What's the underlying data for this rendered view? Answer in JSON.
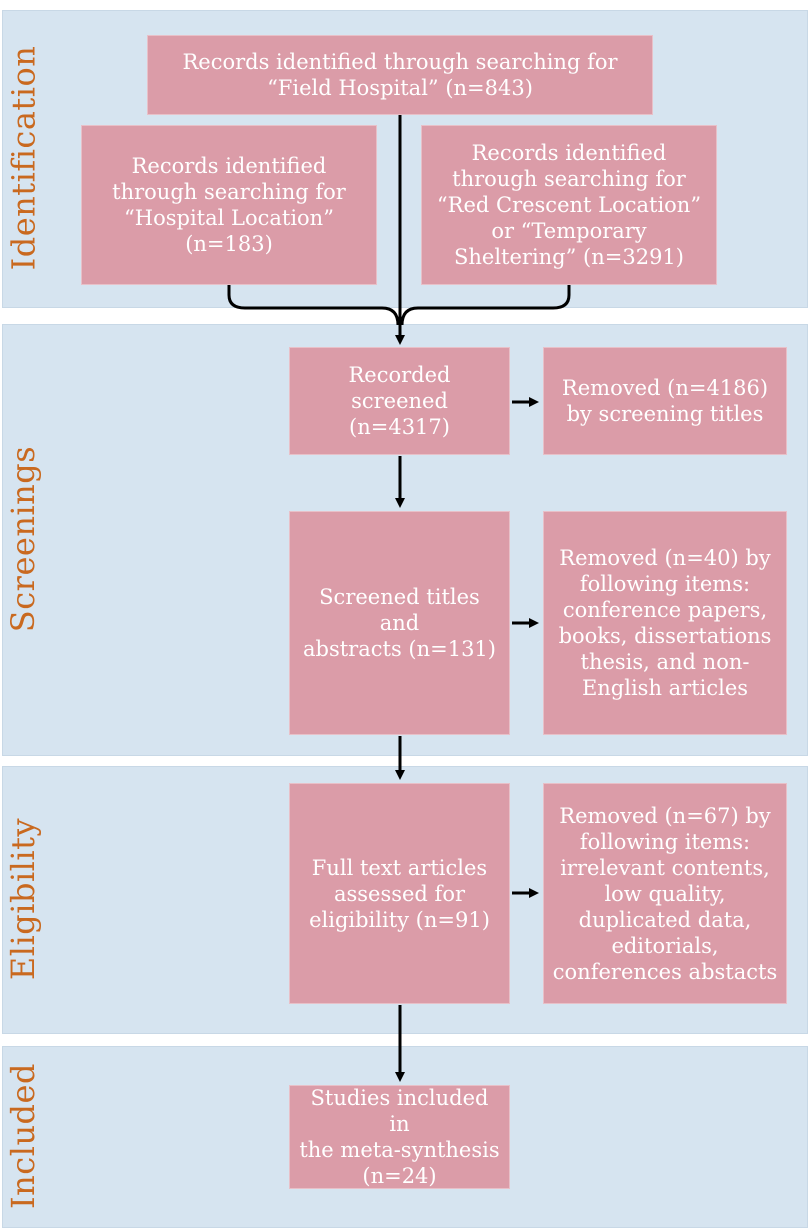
{
  "phases": {
    "identification": "Identification",
    "screenings": "Screenings",
    "eligibility": "Eligibility",
    "included": "Included"
  },
  "boxes": {
    "field_hospital": "Records identified through searching for\n“Field Hospital” (n=843)",
    "hospital_location": "Records identified\nthrough searching for\n“Hospital Location”\n(n=183)",
    "red_crescent": "Records identified\nthrough searching for\n“Red Crescent Location”\nor “Temporary\nSheltering” (n=3291)",
    "recorded_screened": "Recorded\nscreened\n(n=4317)",
    "removed_titles": "Removed (n=4186)\nby screening titles",
    "screened_abstracts": "Screened titles and\nabstracts (n=131)",
    "removed_40": "Removed (n=40) by\nfollowing items:\nconference papers,\nbooks, dissertations\nthesis, and non-\nEnglish articles",
    "full_text": "Full text articles\nassessed for\neligibility (n=91)",
    "removed_67": "Removed (n=67) by\nfollowing items:\nirrelevant contents,\nlow quality,\nduplicated data,\neditorials,\nconferences abstacts",
    "included_studies": "Studies included in\nthe meta-synthesis\n(n=24)"
  }
}
